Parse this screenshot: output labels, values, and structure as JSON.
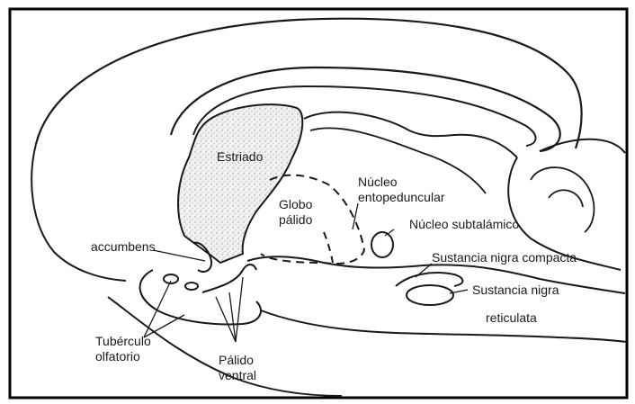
{
  "labels": {
    "estriado": "Estriado",
    "globo_line1": "Globo",
    "globo_line2": "pálido",
    "nucleo_ento_line1": "Núcleo",
    "nucleo_ento_line2": "entopeduncular",
    "nucleo_subtalamico": "Núcleo subtalámico",
    "accumbens": "accumbens",
    "sn_compacta": "Sustancia nigra compacta",
    "sn_reticulata_line1": "Sustancia nigra",
    "sn_reticulata_line2": "reticulata",
    "tuberculo_line1": "Tubérculo",
    "tuberculo_line2": "olfatorio",
    "palido_ventral_line1": "Pálido",
    "palido_ventral_line2": "ventral"
  },
  "colors": {
    "stroke": "#1a1a1a",
    "striatum_fill": "#ececec",
    "frame": "#000000"
  }
}
